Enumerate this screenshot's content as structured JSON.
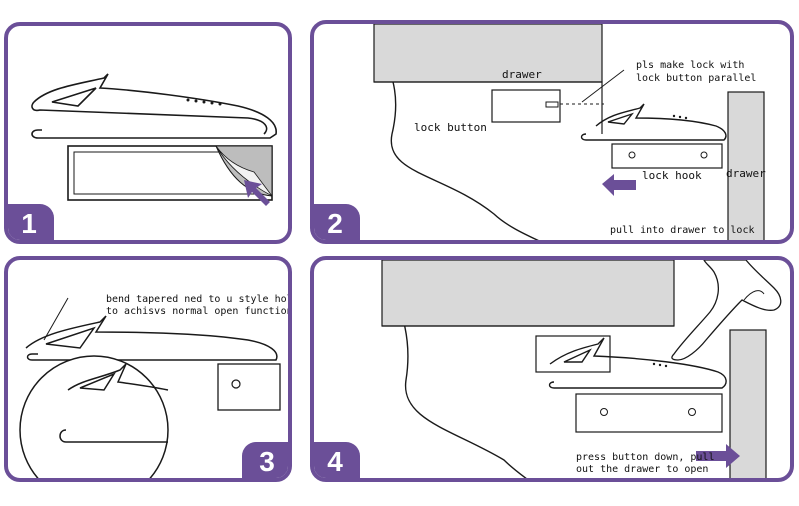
{
  "panels": [
    {
      "number": "1"
    },
    {
      "number": "2",
      "labels": {
        "drawer_top": "drawer",
        "note": [
          "pls make lock with",
          "lock button parallel"
        ],
        "lock_button": "lock button",
        "lock_hook": "lock hook",
        "drawer_side": "drawer",
        "instruction": "pull into drawer to lock"
      }
    },
    {
      "number": "3",
      "labels": {
        "note": [
          "bend tapered ned to u style hole",
          "to achisvs normal open function"
        ]
      }
    },
    {
      "number": "4",
      "labels": {
        "instruction": [
          "press button down, pull",
          "out the drawer to open"
        ]
      }
    }
  ],
  "colors": {
    "accent": "#6b4f98",
    "panel_fill": "#d9d9d9",
    "line": "#1a1a1a"
  },
  "icons": [
    "arrow-left-icon",
    "arrow-right-icon",
    "arrow-diagonal-icon",
    "hand-pointer-icon"
  ]
}
